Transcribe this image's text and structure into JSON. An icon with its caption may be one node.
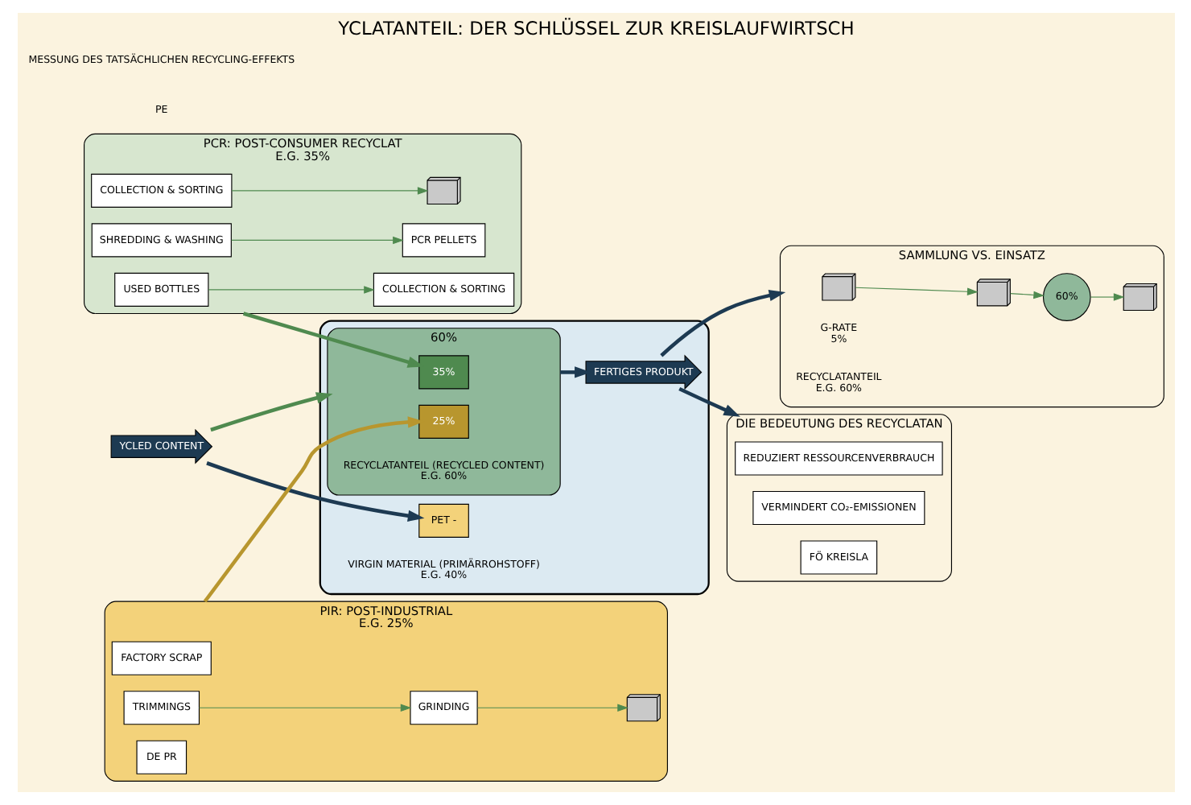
{
  "diagram": {
    "title": "YCLATANTEIL: DER SCHLÜSSEL ZUR KREISLAUFWIRTSCH",
    "nodes": [
      {
        "text": [],
        "shape": "bottle"
      },
      {
        "text": [
          "PET -"
        ],
        "in": 0,
        "beside": [
          "VIRGIN MATERIAL (PRIMÄRROHSTOFF)",
          "E.G. 40%"
        ]
      },
      {
        "text": [
          "60%"
        ],
        "in": 0,
        "beside": [
          "RECYCLATANTEIL (RECYCLED CONTENT)",
          "E.G. 60%"
        ]
      },
      {
        "text": [
          "35%"
        ],
        "in": 2
      },
      {
        "text": [
          "25%"
        ],
        "in": 2
      },
      {
        "text": [
          "FERTIGES PRODUKT"
        ],
        "in": 0
      },
      {
        "text": [
          "YCLED CONTENT"
        ]
      },
      {
        "text": [
          "PCR: POST-CONSUMER RECYCLAT",
          "E.G. 35%"
        ]
      },
      {
        "text": [
          "USED BOTTLES"
        ],
        "in": 7
      },
      {
        "text": [
          "COLLECTION & SORTING"
        ],
        "in": 7
      },
      {
        "text": [
          "SHREDDING & WASHING"
        ],
        "in": 7
      },
      {
        "text": [
          "COLLECTION & SORTING"
        ],
        "in": 7
      },
      {
        "text": [
          "PCR PELLETS"
        ],
        "in": 7
      },
      {
        "text": [],
        "shape": "picture",
        "in": 7
      },
      {
        "text": [
          "PIR: POST-INDUSTRIAL",
          "E.G. 25%"
        ]
      },
      {
        "text": [
          "FACTORY SCRAP"
        ],
        "in": 14
      },
      {
        "text": [
          "TRIMMINGS"
        ],
        "in": 14
      },
      {
        "text": [
          "DE PR"
        ],
        "in": 14
      },
      {
        "text": [
          "GRINDING"
        ],
        "in": 14
      },
      {
        "text": [],
        "shape": "picture",
        "in": 14
      },
      {
        "text": [
          "SAMMLUNG VS. EINSATZ"
        ]
      },
      {
        "text": [],
        "shape": "picture",
        "in": 20,
        "beside": [
          "G-RATE",
          "5%"
        ]
      },
      {
        "text": [],
        "shape": "picture",
        "in": 20
      },
      {
        "text": [
          "60%"
        ],
        "in": 20,
        "beside": [
          "RECYCLATANTEIL",
          "E.G. 60%"
        ]
      },
      {
        "text": [],
        "shape": "picture",
        "in": 20
      },
      {
        "text": [
          "DIE BEDEUTUNG DES RECYCLATAN"
        ]
      },
      {
        "text": [
          "REDUZIERT RESSOURCENVERBRAUCH"
        ],
        "in": 25
      },
      {
        "text": [
          "VERMINDERT CO₂-EMISSIONEN"
        ],
        "in": 25
      },
      {
        "text": [
          "FÖ KREISLA"
        ],
        "in": 25
      }
    ],
    "edges": [
      {
        "from": 6,
        "to": 1,
        "arrow": "to",
        "style": "thick",
        "color": "#1d3a52"
      },
      {
        "from": 6,
        "to": 2,
        "arrow": "to",
        "style": "thick"
      },
      {
        "from": 8,
        "to": 11,
        "arrow": "to"
      },
      {
        "from": 9,
        "to": 13,
        "arrow": "to"
      },
      {
        "from": 10,
        "to": 12,
        "arrow": "to"
      },
      {
        "from": 16,
        "to": 18,
        "arrow": "to"
      },
      {
        "from": 18,
        "to": 19,
        "arrow": "to"
      },
      {
        "from": 7,
        "to": 3,
        "arrow": "to",
        "style": "thick"
      },
      {
        "from": 14,
        "to": 4,
        "arrow": "to",
        "style": "thick",
        "color": "#b8962e"
      },
      {
        "from": 2,
        "to": 5,
        "arrow": "to",
        "style": "thick",
        "color": "#1d3a52"
      },
      {
        "from": 5,
        "to": 20,
        "arrow": "to",
        "style": "thick",
        "color": "#1d3a52"
      },
      {
        "from": 5,
        "to": 25,
        "arrow": "to",
        "style": "thick",
        "color": "#1d3a52"
      },
      {
        "from": 21,
        "to": 22,
        "arrow": "to"
      },
      {
        "from": 22,
        "to": 23,
        "arrow": "to"
      },
      {
        "from": 23,
        "to": 24,
        "arrow": "to"
      }
    ],
    "labels": [
      "PE",
      "MESSUNG DES TATSÄCHLICHEN RECYCLING-EFFEKTS"
    ]
  }
}
